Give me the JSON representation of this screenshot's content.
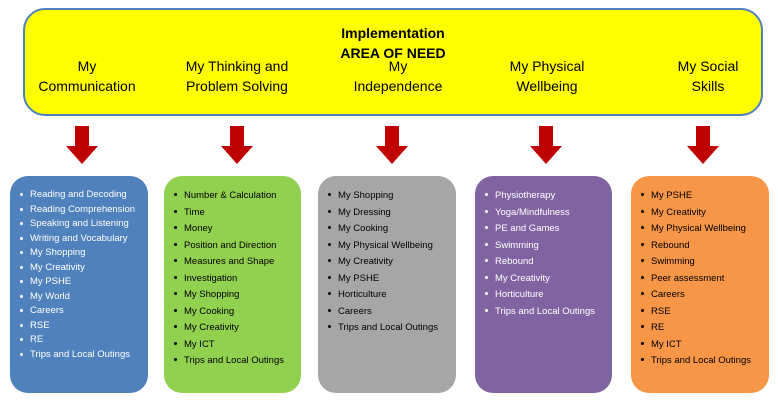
{
  "banner": {
    "title": "Implementation",
    "subtitle": "AREA OF NEED",
    "fill": "#ffff00",
    "border": "#4f81bd"
  },
  "arrow_color": "#c00000",
  "areas": [
    {
      "label_line1": "My",
      "label_line2": "Communication",
      "box_color": "#4f81bd",
      "text_color": "#ffffff",
      "items": [
        "Reading and Decoding",
        "Reading Comprehension",
        "Speaking and Listening",
        "Writing and Vocabulary",
        "My Shopping",
        "My Creativity",
        "My PSHE",
        "My World",
        "Careers",
        "RSE",
        "RE",
        "Trips and Local Outings"
      ]
    },
    {
      "label_line1": "My Thinking and",
      "label_line2": "Problem Solving",
      "box_color": "#92d050",
      "text_color": "#000000",
      "items": [
        "Number & Calculation",
        "Time",
        "Money",
        "Position and Direction",
        "Measures and Shape",
        "Investigation",
        "My Shopping",
        "My Cooking",
        "My Creativity",
        "My ICT",
        "Trips and Local Outings"
      ]
    },
    {
      "label_line1": "My",
      "label_line2": "Independence",
      "box_color": "#a6a6a6",
      "text_color": "#000000",
      "items": [
        "My Shopping",
        "My Dressing",
        "My Cooking",
        "My Physical Wellbeing",
        "My Creativity",
        "My PSHE",
        "Horticulture",
        "Careers",
        "Trips and Local Outings"
      ]
    },
    {
      "label_line1": "My Physical",
      "label_line2": "Wellbeing",
      "box_color": "#8064a2",
      "text_color": "#ffffff",
      "items": [
        "Physiotherapy",
        "Yoga/Mindfulness",
        "PE and Games",
        "Swimming",
        "Rebound",
        "My Creativity",
        "Horticulture",
        "Trips and Local Outings"
      ]
    },
    {
      "label_line1": "My Social",
      "label_line2": "Skills",
      "box_color": "#f79646",
      "text_color": "#000000",
      "items": [
        "My PSHE",
        "My Creativity",
        "My Physical Wellbeing",
        "Rebound",
        "Swimming",
        "Peer assessment",
        "Careers",
        "RSE",
        "RE",
        "My ICT",
        "Trips and Local Outings"
      ]
    }
  ]
}
